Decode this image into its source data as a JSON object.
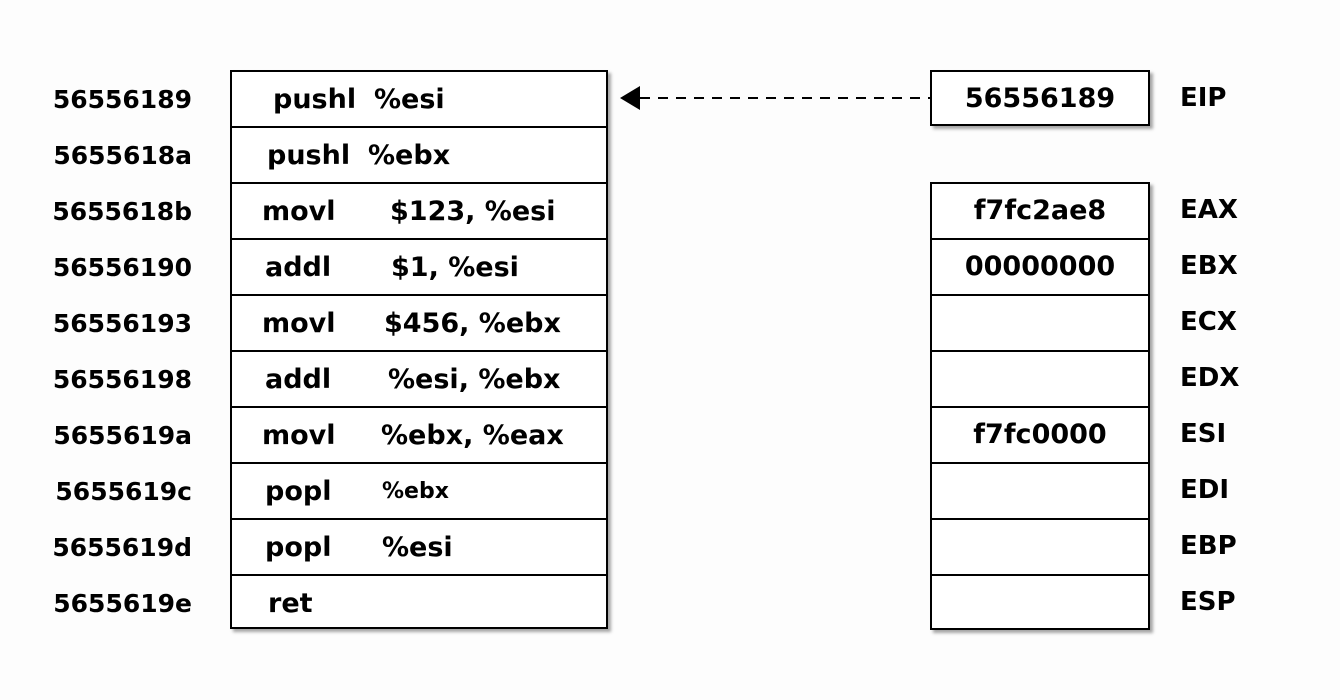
{
  "instructions": [
    {
      "address": "56556189",
      "mnemonic": "pushl",
      "operand": "%esi"
    },
    {
      "address": "5655618a",
      "mnemonic": "pushl",
      "operand": "%ebx"
    },
    {
      "address": "5655618b",
      "mnemonic": "movl",
      "operand": "$123, %esi"
    },
    {
      "address": "56556190",
      "mnemonic": "addl",
      "operand": "$1, %esi"
    },
    {
      "address": "56556193",
      "mnemonic": "movl",
      "operand": "$456, %ebx"
    },
    {
      "address": "56556198",
      "mnemonic": "addl",
      "operand": "%esi, %ebx"
    },
    {
      "address": "5655619a",
      "mnemonic": "movl",
      "operand": "%ebx, %eax"
    },
    {
      "address": "5655619c",
      "mnemonic": "popl",
      "operand": "%ebx"
    },
    {
      "address": "5655619d",
      "mnemonic": "popl",
      "operand": "%esi"
    },
    {
      "address": "5655619e",
      "mnemonic": "ret",
      "operand": ""
    }
  ],
  "eip": {
    "name": "EIP",
    "value": "56556189"
  },
  "registers": [
    {
      "name": "EAX",
      "value": "f7fc2ae8"
    },
    {
      "name": "EBX",
      "value": "00000000"
    },
    {
      "name": "ECX",
      "value": ""
    },
    {
      "name": "EDX",
      "value": ""
    },
    {
      "name": "ESI",
      "value": "f7fc0000"
    },
    {
      "name": "EDI",
      "value": ""
    },
    {
      "name": "EBP",
      "value": ""
    },
    {
      "name": "ESP",
      "value": ""
    }
  ],
  "colors": {
    "line": "#000000",
    "background": "#fdfdfd",
    "box_fill": "#ffffff"
  }
}
